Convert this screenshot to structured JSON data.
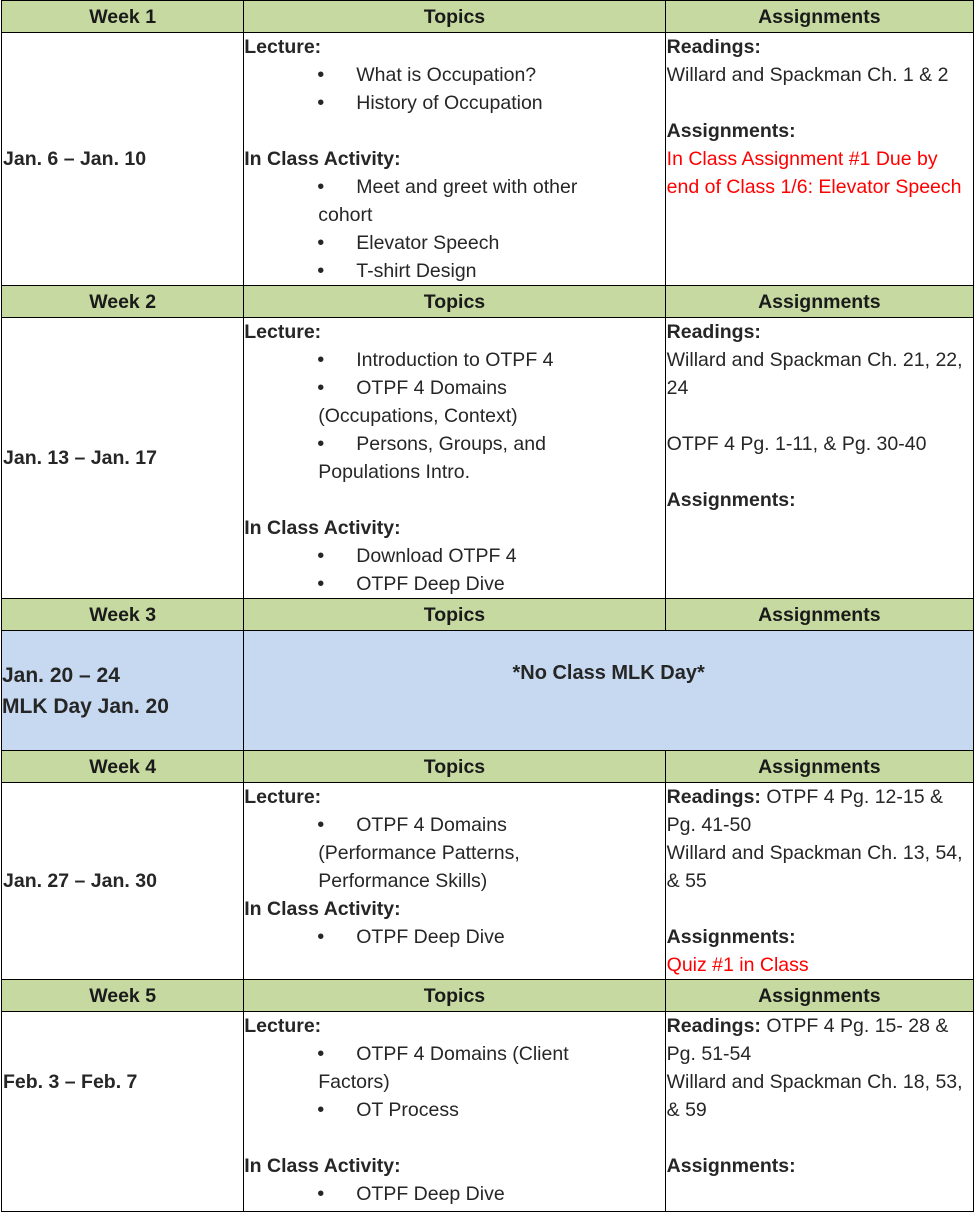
{
  "headers": {
    "topics": "Topics",
    "assignments": "Assignments"
  },
  "labels": {
    "lecture": "Lecture:",
    "activity": "In Class Activity:",
    "readings": "Readings:",
    "assignments": "Assignments:"
  },
  "week1": {
    "title": "Week 1",
    "dates": "Jan. 6 – Jan. 10",
    "lecture": [
      "What is Occupation?",
      "History of Occupation"
    ],
    "activity_1a": "Meet and greet with other",
    "activity_1b": "cohort",
    "activity_2": "Elevator Speech",
    "activity_3": "T-shirt Design",
    "readings": "Willard and Spackman Ch. 1 & 2",
    "assignment": "In Class Assignment #1 Due by end of Class 1/6: Elevator Speech"
  },
  "week2": {
    "title": "Week 2",
    "dates": "Jan. 13 – Jan. 17",
    "lecture_1": "Introduction to OTPF 4",
    "lecture_2a": "OTPF 4 Domains",
    "lecture_2b": "(Occupations, Context)",
    "lecture_3a": "Persons, Groups, and",
    "lecture_3b": "Populations Intro.",
    "activity": [
      "Download OTPF 4",
      "OTPF Deep Dive"
    ],
    "readings_1": "Willard and Spackman Ch. 21, 22, 24",
    "readings_2": "OTPF 4 Pg. 1-11, & Pg. 30-40"
  },
  "week3": {
    "title": "Week 3",
    "dates_1": "Jan. 20 – 24",
    "dates_2": "MLK Day Jan. 20",
    "note": "*No Class MLK Day*"
  },
  "week4": {
    "title": "Week 4",
    "dates": "Jan. 27 – Jan. 30",
    "lecture_1a": "OTPF 4 Domains",
    "lecture_1b": "(Performance Patterns,",
    "lecture_1c": "Performance Skills)",
    "activity": "OTPF Deep Dive",
    "readings_1": " OTPF 4 Pg. 12-15 & Pg. 41-50",
    "readings_2": "Willard and Spackman Ch. 13, 54, & 55",
    "assignment": "Quiz #1 in Class"
  },
  "week5": {
    "title": "Week 5",
    "dates": "Feb. 3 – Feb. 7",
    "lecture_1a": "OTPF 4 Domains (Client",
    "lecture_1b": "Factors)",
    "lecture_2": "OT Process",
    "activity": "OTPF Deep Dive",
    "readings_1": " OTPF 4 Pg. 15- 28 & Pg. 51-54",
    "readings_2": "Willard and Spackman Ch. 18, 53, & 59"
  }
}
